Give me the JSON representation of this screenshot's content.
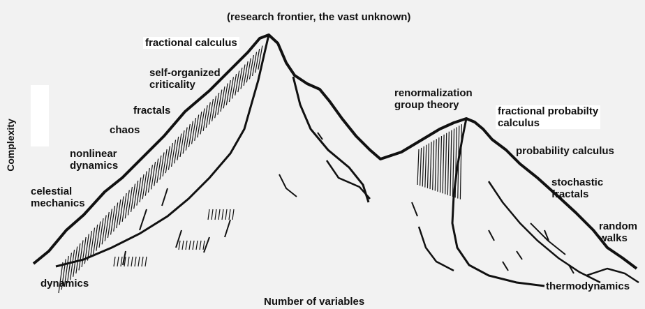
{
  "title": "(research frontier, the vast unknown)",
  "x_axis_label": "Number of variables",
  "y_axis_label": "Complexity",
  "left_peak_labels": [
    "dynamics",
    "celestial\nmechanics",
    "nonlinear\ndynamics",
    "chaos",
    "fractals",
    "self-organized\ncriticality",
    "fractional calculus"
  ],
  "right_peak_labels": [
    "renormalization\ngroup theory",
    "fractional probabilty\ncalculus",
    "probability calculus",
    "stochastic\nfractals",
    "random\nwalks",
    "thermodynamics"
  ],
  "colors": {
    "ink": "#111111",
    "paper": "#f2f2f2",
    "label_box": "#ffffff"
  }
}
